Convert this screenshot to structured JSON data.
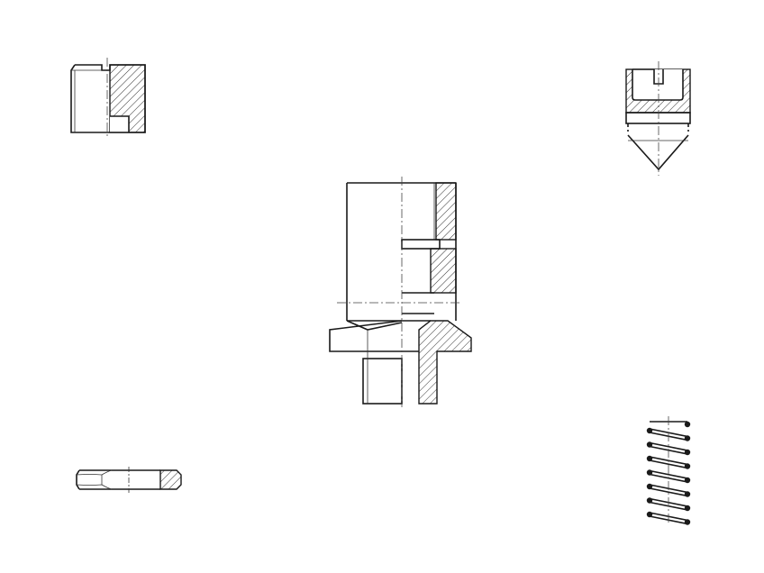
{
  "drawing": {
    "line_color": "#1a1a1a",
    "background": "#ffffff",
    "parts": [
      "slotted-bushing",
      "pointed-screw-tip",
      "main-assembly-section",
      "thin-hex-nut",
      "compression-spring"
    ]
  }
}
